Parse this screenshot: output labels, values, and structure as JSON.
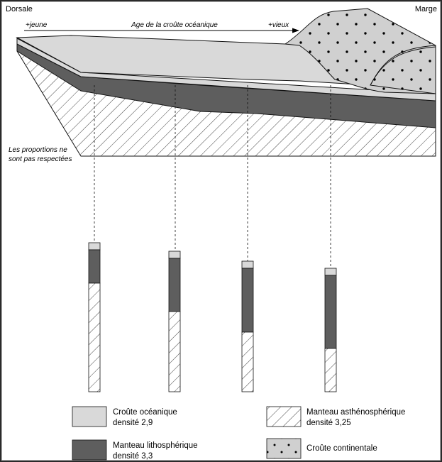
{
  "labels": {
    "left": "Dorsale",
    "right": "Marge",
    "age_title": "Age de la croûte océanique",
    "young": "+jeune",
    "old": "+vieux",
    "note_line1": "Les proportions ne",
    "note_line2": "sont pas respectées"
  },
  "legend": {
    "oceanic_line1": "Croûte océanique",
    "oceanic_line2": "densité 2,9",
    "litho_line1": "Manteau lithosphérique",
    "litho_line2": "densité 3,3",
    "astheno_line1": "Manteau asthénosphérique",
    "astheno_line2": "densité 3,25",
    "continental": "Croûte continentale"
  },
  "colors": {
    "oceanic_crust": "#d9d9d9",
    "lithospheric_mantle": "#5e5e5e",
    "continental_crust": "#d0d0d0",
    "outline": "#111111"
  }
}
